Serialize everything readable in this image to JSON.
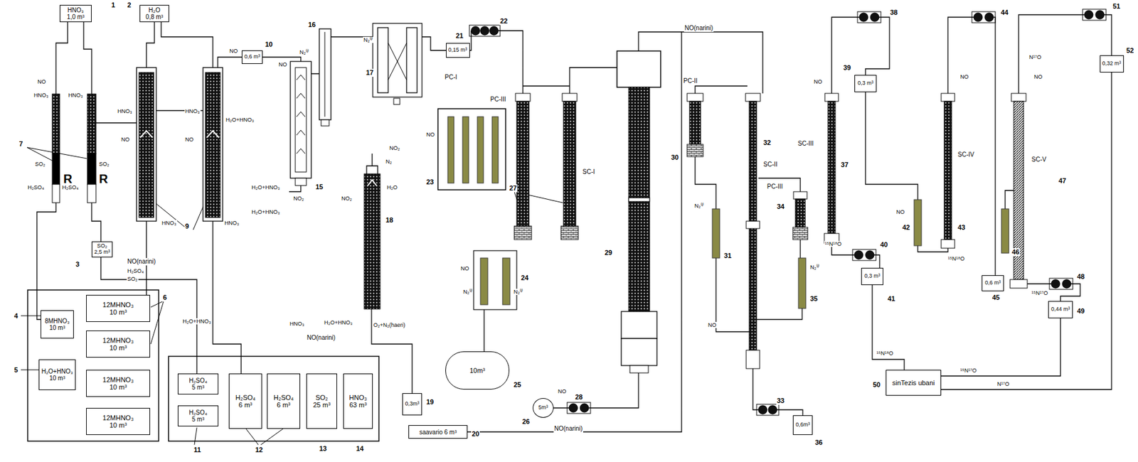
{
  "diagram": {
    "nodes": [
      {
        "text": [
          "HNO₃",
          "1,0 m³"
        ]
      },
      {
        "text": [
          "H₂O",
          "0,8 m³"
        ]
      },
      {
        "text": [
          "0,6 m³"
        ]
      },
      {
        "text": [
          "0,15 m³"
        ]
      },
      {
        "text": [
          "SO₂",
          "2,5 m³"
        ]
      },
      {
        "text": [
          "8MHNO₃",
          "10 m³"
        ]
      },
      {
        "text": [
          "H₂O+HNO₃",
          "10 m³"
        ]
      },
      {
        "text": [
          "12MHNO₃",
          "10 m³"
        ]
      },
      {
        "text": [
          "12MHNO₃",
          "10 m³"
        ]
      },
      {
        "text": [
          "12MHNO₃",
          "10 m³"
        ]
      },
      {
        "text": [
          "12MHNO₃",
          "10 m³"
        ]
      },
      {
        "text": [
          "H₂SO₄",
          "5 m³"
        ]
      },
      {
        "text": [
          "H₂SO₄",
          "5 m³"
        ]
      },
      {
        "text": [
          "H₂SO₄",
          "6 m³"
        ]
      },
      {
        "text": [
          "H₂SO₄",
          "6 m³"
        ]
      },
      {
        "text": [
          "SO₂",
          "25 m³"
        ]
      },
      {
        "text": [
          "HNO₃",
          "63 m³"
        ]
      },
      {
        "text": [
          "0,3m³"
        ]
      },
      {
        "text": [
          "saavario 6 m³"
        ]
      },
      {
        "text": [
          "10m³"
        ]
      },
      {
        "text": [
          "5m³"
        ]
      },
      {
        "text": [
          "0,3 m³"
        ]
      },
      {
        "text": [
          "0,3 m³"
        ]
      },
      {
        "text": [
          "0,6m³"
        ]
      },
      {
        "text": [
          "0,6 m³"
        ]
      },
      {
        "text": [
          "0,44 m³"
        ]
      },
      {
        "text": [
          "0,32 m³"
        ]
      },
      {
        "text": [
          "sinTezis ubani"
        ]
      }
    ],
    "edges": [
      {
        "from": 22,
        "to": 27,
        "label": "¹⁵N¹⁸O",
        "arrow": "none"
      },
      {
        "from": 25,
        "to": 27,
        "label": "¹⁵N¹⁷O",
        "arrow": "none"
      },
      {
        "from": 26,
        "to": 27,
        "label": "N¹⁷O",
        "arrow": "none"
      }
    ],
    "labels": [
      "1",
      "2",
      "3",
      "4",
      "5",
      "6",
      "7",
      "9",
      "10",
      "11",
      "12",
      "13",
      "14",
      "15",
      "16",
      "17",
      "18",
      "19",
      "20",
      "21",
      "22",
      "23",
      "24",
      "25",
      "26",
      "27",
      "28",
      "29",
      "30",
      "31",
      "32",
      "33",
      "34",
      "35",
      "36",
      "37",
      "38",
      "39",
      "40",
      "41",
      "42",
      "43",
      "44",
      "45",
      "46",
      "47",
      "48",
      "49",
      "50",
      "51",
      "52",
      "R",
      "R",
      "PC-I",
      "PC-III",
      "PC-II",
      "PC-III",
      "SC-I",
      "SC-II",
      "SC-III",
      "SC-IV",
      "SC-V",
      "NO(narini)",
      "NO(narini)",
      "NO(narini)",
      "NO(narini)",
      "¹⁵N¹⁸O",
      "¹⁵N¹⁸O",
      "¹⁵N¹⁷O",
      "N¹⁷O",
      "SO₂",
      "H₂SO₄",
      "H₂SO₄",
      "SO₂",
      "HNO₃",
      "HNO₃",
      "NO",
      "HNO₃",
      "HNO₃",
      "NO",
      "NO",
      "H₂O+HNO₃",
      "H₂O+HNO₃",
      "H₂O+HNO₃",
      "H₂O+HNO₃",
      "H₂O+HNO₃",
      "HNO₃",
      "HNO₃",
      "H₂SO₄",
      "SO₂",
      "HNO₃",
      "NO",
      "NO",
      "NO₂",
      "NO₂",
      "N₂",
      "H₂O",
      "O₂+N₂(haeri)",
      "NO₂",
      "NO",
      "NO",
      "NO",
      "NO",
      "NO",
      "NO",
      "NO",
      "NO",
      "N₂⁽ˡ⁾",
      "N₂⁽ˡ⁾",
      "N₂⁽ˡ⁾",
      "N₂⁽ˡ⁾",
      "N₂⁽ˡ⁾",
      "N₂⁽ˡ⁾"
    ]
  }
}
